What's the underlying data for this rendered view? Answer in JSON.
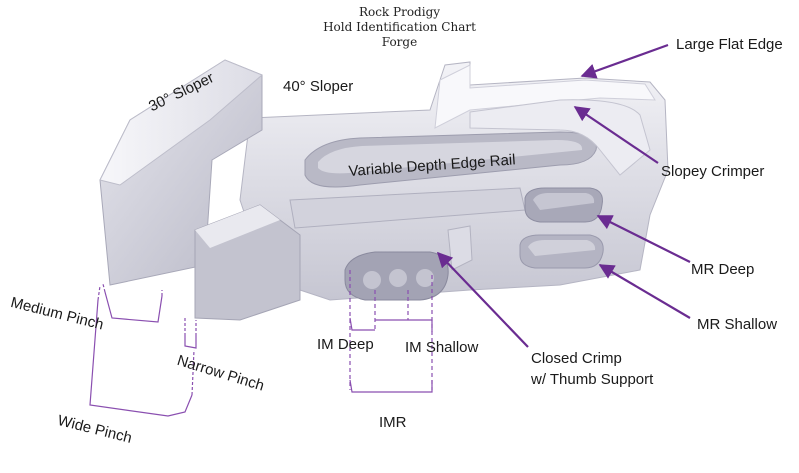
{
  "header": {
    "line1": "Rock Prodigy",
    "line2": "Hold Identification Chart",
    "line3": "Forge"
  },
  "labels": {
    "large_flat_edge": "Large Flat Edge",
    "sloper_40": "40° Sloper",
    "sloper_30": "30° Sloper",
    "variable_depth_edge_rail": "Variable Depth Edge Rail",
    "slopey_crimper": "Slopey Crimper",
    "mr_deep": "MR Deep",
    "mr_shallow": "MR Shallow",
    "medium_pinch": "Medium Pinch",
    "narrow_pinch": "Narrow Pinch",
    "wide_pinch": "Wide Pinch",
    "im_deep": "IM Deep",
    "im_shallow": "IM Shallow",
    "closed_crimp_line1": "Closed Crimp",
    "closed_crimp_line2": "w/ Thumb Support",
    "imr": "IMR"
  },
  "colors": {
    "arrow": "#6a2c91",
    "hold_light": "#f2f2f6",
    "hold_mid": "#d8d8e2",
    "hold_dark": "#a9a9b8"
  }
}
